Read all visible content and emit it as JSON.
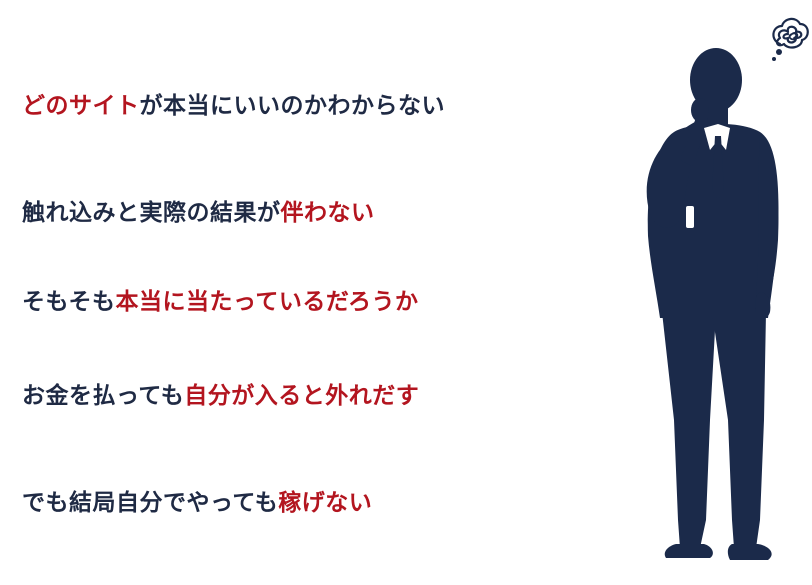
{
  "lines": [
    {
      "segments": [
        {
          "text": "どのサイト",
          "highlight": true
        },
        {
          "text": "が本当にいいのかわからない",
          "highlight": false
        }
      ]
    },
    {
      "segments": [
        {
          "text": "触れ込みと実際の結果が",
          "highlight": false
        },
        {
          "text": "伴わない",
          "highlight": true
        }
      ]
    },
    {
      "segments": [
        {
          "text": "そもそも",
          "highlight": false
        },
        {
          "text": "本当に当たっているだろうか",
          "highlight": true
        }
      ]
    },
    {
      "segments": [
        {
          "text": "お金を払っても",
          "highlight": false
        },
        {
          "text": "自分が入ると外れだす",
          "highlight": true
        }
      ]
    },
    {
      "segments": [
        {
          "text": "でも結局自分でやっても",
          "highlight": false
        },
        {
          "text": "稼げない",
          "highlight": true
        }
      ]
    }
  ],
  "colors": {
    "text": "#1f2a44",
    "highlight": "#b3151f",
    "silhouette": "#1b2a4a",
    "shirt": "#ffffff"
  },
  "icons": {
    "figure": "businessman-on-phone-silhouette",
    "thought": "tangled-thought-scribble-icon"
  }
}
